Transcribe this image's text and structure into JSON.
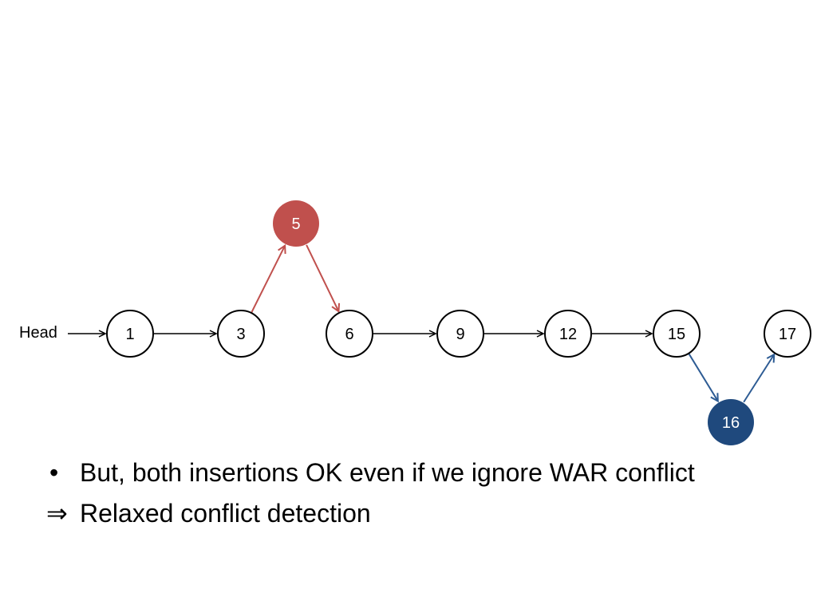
{
  "head_label": "Head",
  "colors": {
    "stroke": "#000000",
    "inserted_red": "#c0504d",
    "inserted_blue": "#1f497d",
    "red_edge": "#c0504d",
    "blue_edge": "#2e5c94"
  },
  "nodes": [
    {
      "id": "n1",
      "label": "1"
    },
    {
      "id": "n3",
      "label": "3"
    },
    {
      "id": "n5",
      "label": "5",
      "inserted": true,
      "color": "red"
    },
    {
      "id": "n6",
      "label": "6"
    },
    {
      "id": "n9",
      "label": "9"
    },
    {
      "id": "n12",
      "label": "12"
    },
    {
      "id": "n15",
      "label": "15"
    },
    {
      "id": "n16",
      "label": "16",
      "inserted": true,
      "color": "blue"
    },
    {
      "id": "n17",
      "label": "17"
    }
  ],
  "edges": [
    {
      "from": "head",
      "to": "n1"
    },
    {
      "from": "n1",
      "to": "n3"
    },
    {
      "from": "n3",
      "to": "n5",
      "color": "red"
    },
    {
      "from": "n5",
      "to": "n6",
      "color": "red"
    },
    {
      "from": "n6",
      "to": "n9"
    },
    {
      "from": "n9",
      "to": "n12"
    },
    {
      "from": "n12",
      "to": "n15"
    },
    {
      "from": "n15",
      "to": "n16",
      "color": "blue"
    },
    {
      "from": "n16",
      "to": "n17",
      "color": "blue"
    }
  ],
  "bullets": [
    {
      "marker": "•",
      "text": "But, both insertions OK even if we ignore WAR conflict"
    },
    {
      "marker": "⇒",
      "text": "Relaxed conflict detection"
    }
  ]
}
